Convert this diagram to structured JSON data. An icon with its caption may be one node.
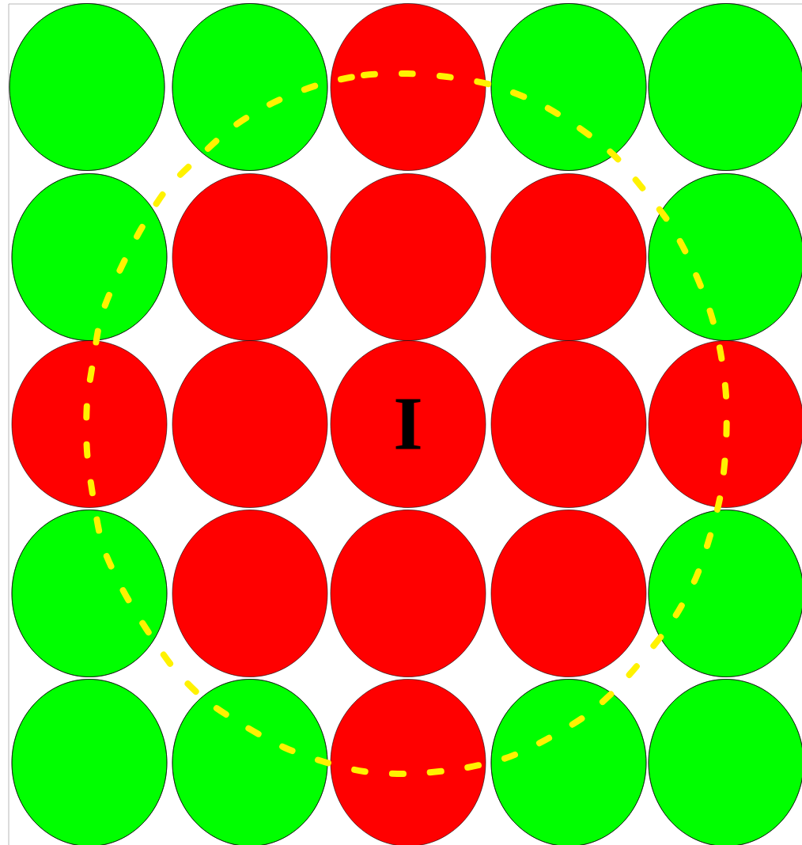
{
  "diagram": {
    "nodes": [
      {
        "text": [],
        "shape": "circle"
      },
      {
        "text": [],
        "shape": "circle"
      },
      {
        "text": [],
        "shape": "circle"
      },
      {
        "text": [],
        "shape": "circle"
      },
      {
        "text": [],
        "shape": "circle"
      },
      {
        "text": [],
        "shape": "circle"
      },
      {
        "text": [],
        "shape": "circle"
      },
      {
        "text": [],
        "shape": "circle"
      },
      {
        "text": [],
        "shape": "circle"
      },
      {
        "text": [],
        "shape": "circle"
      },
      {
        "text": [],
        "shape": "circle"
      },
      {
        "text": [],
        "shape": "circle"
      },
      {
        "text": [
          "I"
        ]
      },
      {
        "text": [],
        "shape": "circle"
      },
      {
        "text": [],
        "shape": "circle"
      },
      {
        "text": [],
        "shape": "circle"
      },
      {
        "text": [],
        "shape": "circle"
      },
      {
        "text": [],
        "shape": "circle"
      },
      {
        "text": [],
        "shape": "circle"
      },
      {
        "text": [],
        "shape": "circle"
      },
      {
        "text": [],
        "shape": "circle"
      },
      {
        "text": [],
        "shape": "circle"
      },
      {
        "text": [],
        "shape": "circle"
      },
      {
        "text": [],
        "shape": "circle"
      },
      {
        "text": [],
        "shape": "circle"
      }
    ]
  }
}
